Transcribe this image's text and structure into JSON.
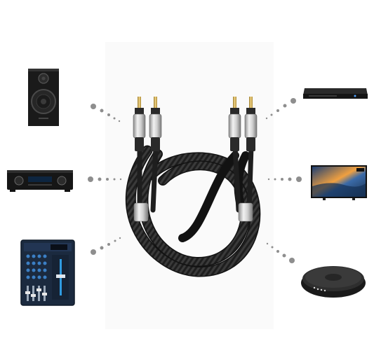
{
  "scene": {
    "subject": "rca-stereo-cable",
    "devices": [
      {
        "name": "bookshelf-speaker",
        "side": "left"
      },
      {
        "name": "av-receiver",
        "side": "left"
      },
      {
        "name": "audio-mixer",
        "side": "left"
      },
      {
        "name": "dvd-player",
        "side": "right"
      },
      {
        "name": "television",
        "side": "right"
      },
      {
        "name": "cd-player",
        "side": "right"
      }
    ]
  },
  "colors": {
    "background": "#ffffff",
    "cable": "#1e1e1e",
    "metal": "#bfbfbf",
    "gold": "#c9a24a",
    "connector_dot": "#8e8e8e"
  }
}
